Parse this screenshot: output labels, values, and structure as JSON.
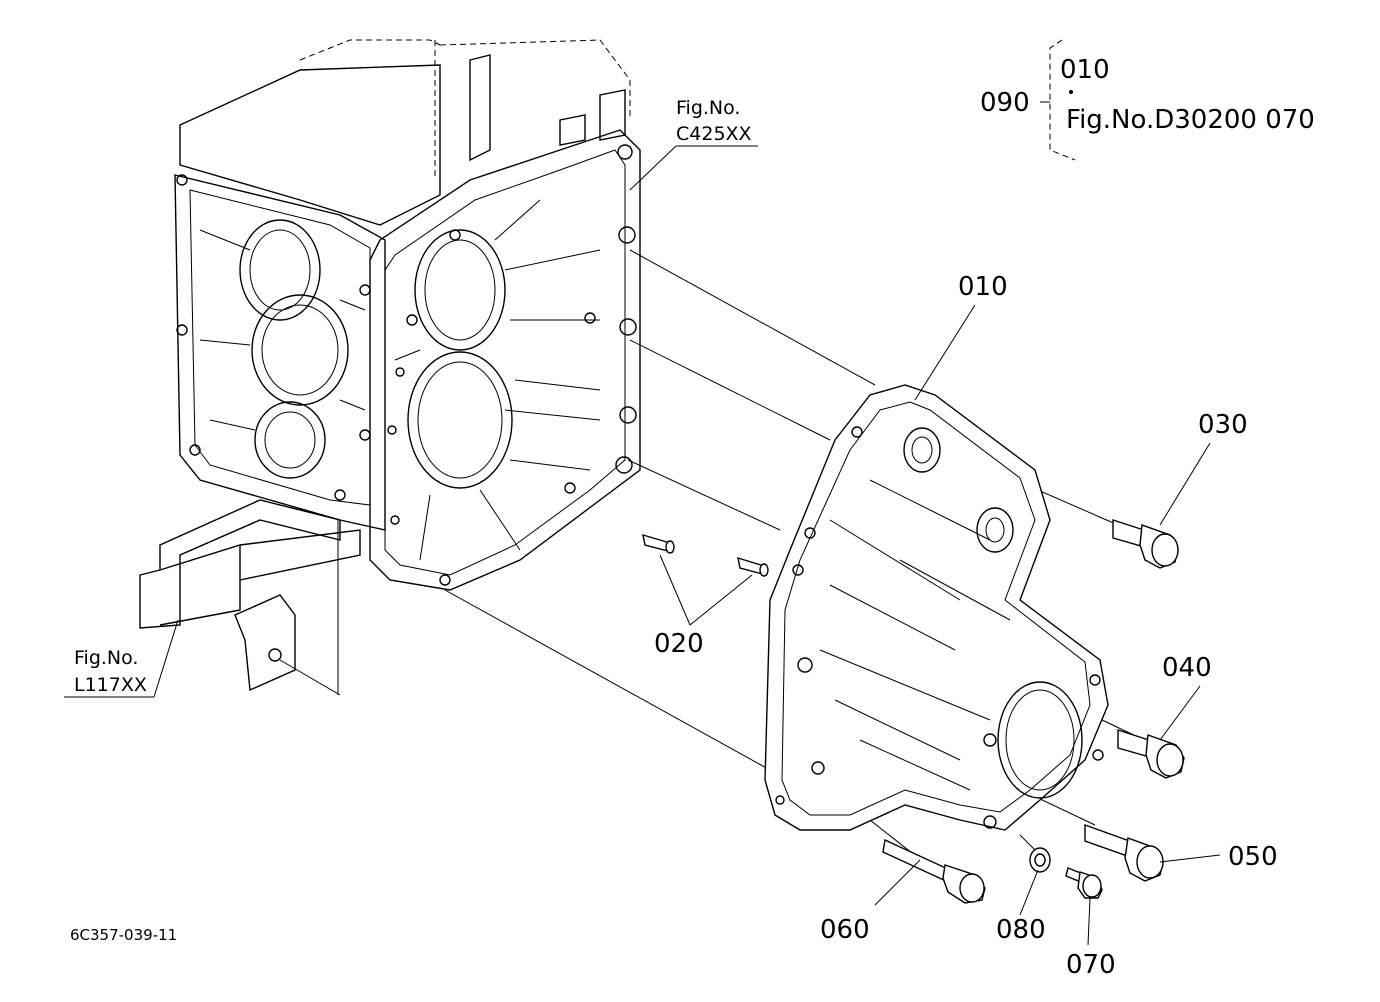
{
  "callouts": {
    "p010": "010",
    "p020": "020",
    "p030": "030",
    "p040": "040",
    "p050": "050",
    "p060": "060",
    "p070": "070",
    "p080": "080"
  },
  "group_note": {
    "parent": "090",
    "child_top": "010",
    "child_bottom": "Fig.No.D30200  070"
  },
  "figure_refs": {
    "upper_prefix": "Fig.No.",
    "upper_code": "C425XX",
    "lower_prefix": "Fig.No.",
    "lower_code": "L117XX"
  },
  "drawing_code": "6C357-039-11"
}
